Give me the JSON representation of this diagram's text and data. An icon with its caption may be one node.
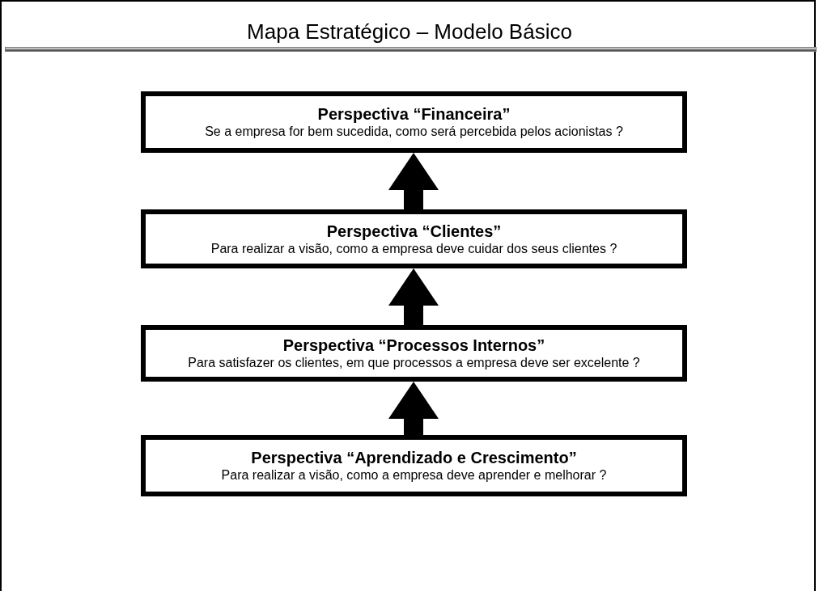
{
  "diagram": {
    "title": "Mapa Estratégico – Modelo Básico",
    "nodes": [
      {
        "text": [
          "Perspectiva “Financeira”",
          "Se a empresa for bem sucedida, como será percebida pelos acionistas ?"
        ]
      },
      {
        "text": [
          "Perspectiva “Clientes”",
          "Para realizar a visão, como a empresa deve cuidar dos seus clientes ?"
        ]
      },
      {
        "text": [
          "Perspectiva “Processos Internos”",
          "Para satisfazer os clientes, em que processos a empresa deve ser excelente ?"
        ]
      },
      {
        "text": [
          "Perspectiva “Aprendizado e Crescimento”",
          "Para realizar a visão, como a empresa deve aprender e melhorar ?"
        ]
      }
    ],
    "edges": [
      {
        "from": 1,
        "to": 0,
        "arrow": "to"
      },
      {
        "from": 2,
        "to": 1,
        "arrow": "to"
      },
      {
        "from": 3,
        "to": 2,
        "arrow": "to"
      }
    ]
  }
}
